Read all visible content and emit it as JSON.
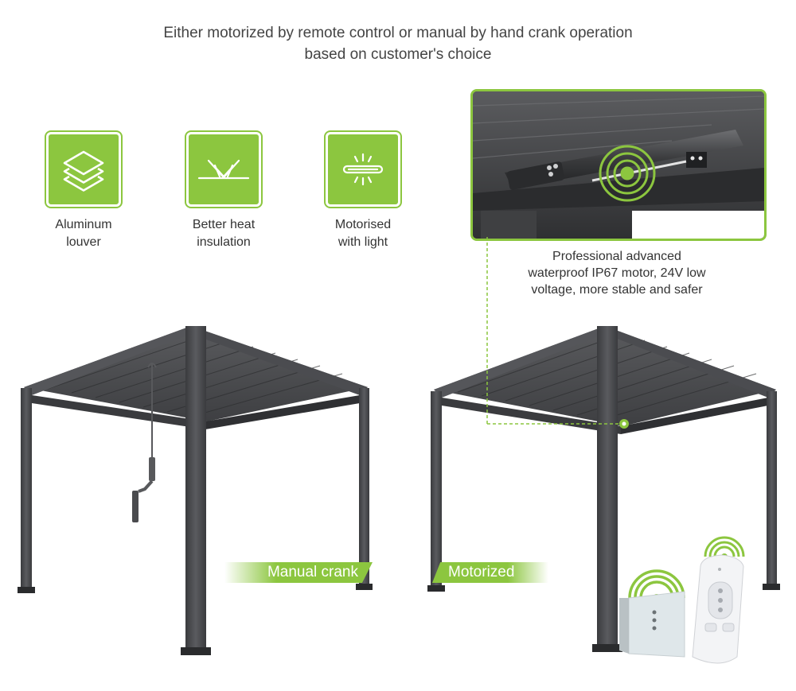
{
  "headline": {
    "line1": "Either motorized by remote control or manual by hand crank operation",
    "line2": "based on customer's choice"
  },
  "features": [
    {
      "icon": "layers-icon",
      "line1": "Aluminum",
      "line2": "louver"
    },
    {
      "icon": "heat-insulation-icon",
      "line1": "Better heat",
      "line2": "insulation"
    },
    {
      "icon": "light-bar-icon",
      "line1": "Motorised",
      "line2": "with light"
    }
  ],
  "motor_detail": {
    "caption_line1": "Professional advanced",
    "caption_line2": "waterproof IP67 motor, 24V low",
    "caption_line3": "voltage, more stable and safer"
  },
  "labels": {
    "manual": "Manual crank",
    "motorized": "Motorized"
  },
  "colors": {
    "accent": "#8cc63f",
    "frame": "#4a4b4e",
    "text": "#444444"
  }
}
